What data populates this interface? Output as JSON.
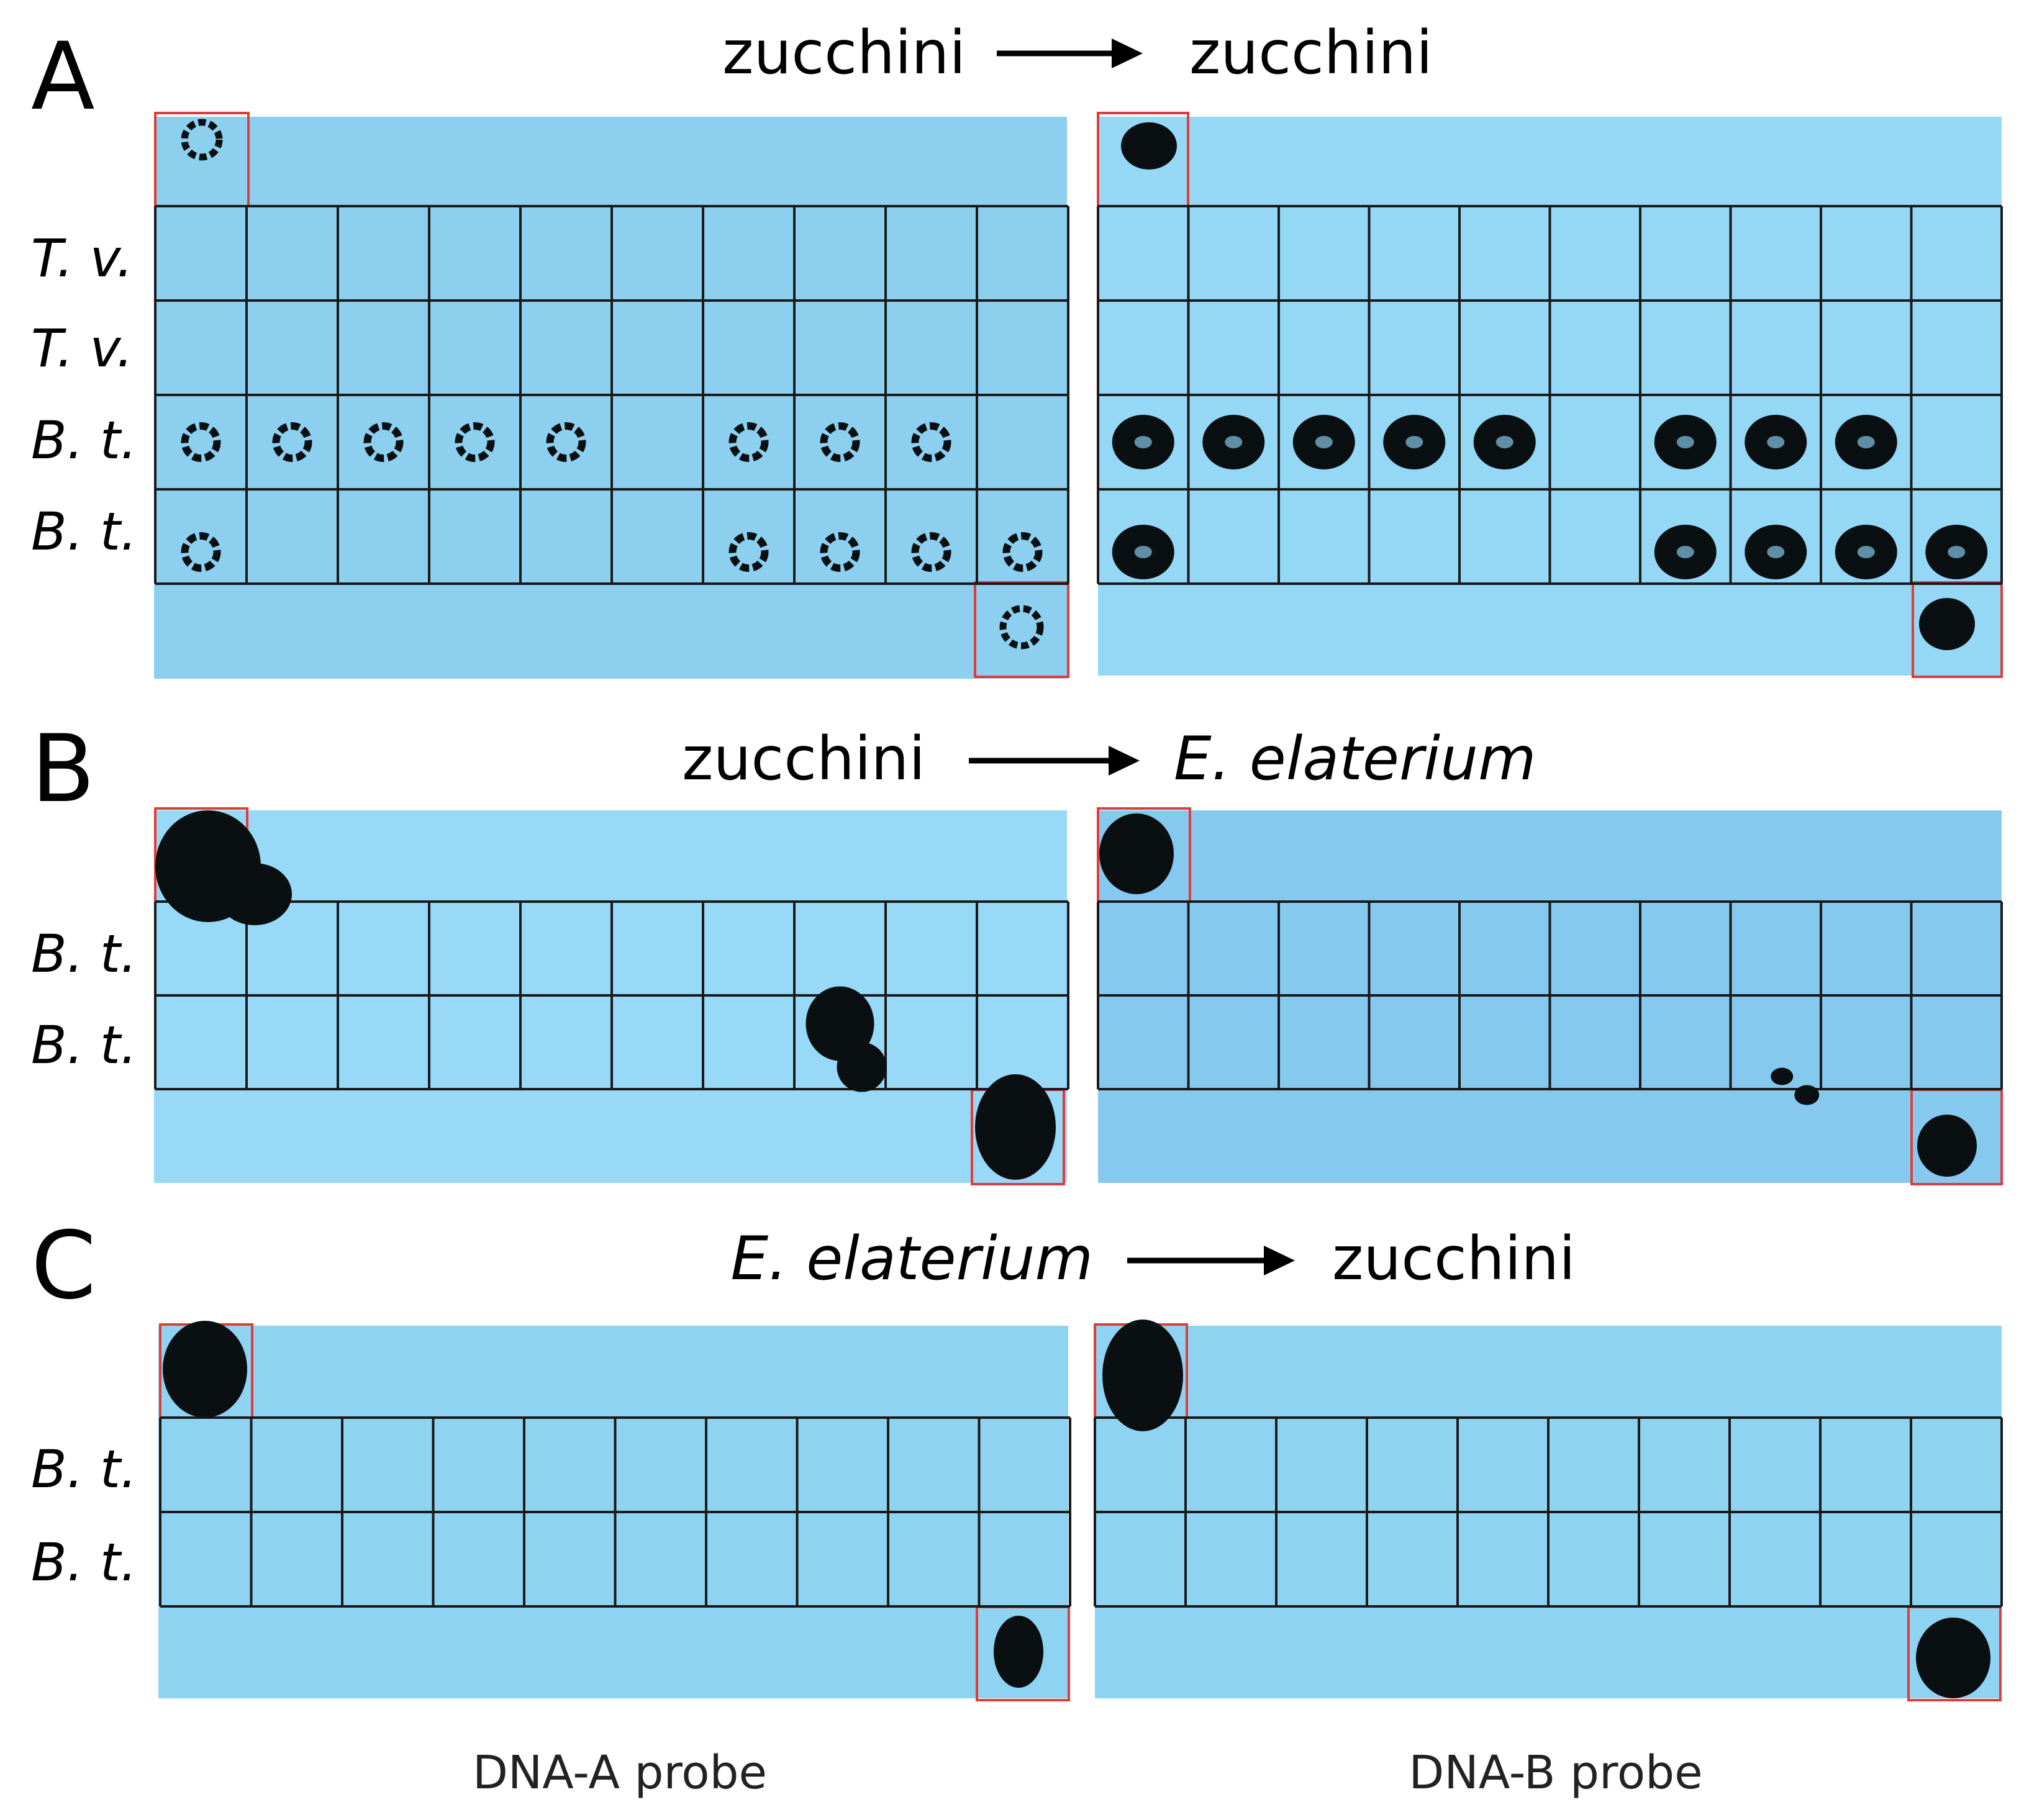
{
  "panels": [
    {
      "letter": "A",
      "source_host": "zucchini",
      "target_host": "zucchini",
      "source_italic": false,
      "target_italic": false,
      "row_labels": [
        "T. v.",
        "T. v.",
        "B. t.",
        "B. t."
      ],
      "dna_a": {
        "row_signals": [
          [
            0,
            0,
            0,
            0,
            0,
            0,
            0,
            0,
            0,
            0
          ],
          [
            0,
            0,
            0,
            0,
            0,
            0,
            0,
            0,
            0,
            0
          ],
          [
            1,
            1,
            1,
            1,
            1,
            0,
            1,
            1,
            1,
            0
          ],
          [
            1,
            0,
            0,
            0,
            0,
            0,
            1,
            1,
            1,
            1
          ]
        ]
      },
      "dna_b": {
        "row_signals": [
          [
            0,
            0,
            0,
            0,
            0,
            0,
            0,
            0,
            0,
            0
          ],
          [
            0,
            0,
            0,
            0,
            0,
            0,
            0,
            0,
            0,
            0
          ],
          [
            1,
            1,
            1,
            1,
            1,
            0,
            1,
            1,
            1,
            0
          ],
          [
            1,
            0,
            0,
            0,
            0,
            0,
            1,
            1,
            1,
            1
          ]
        ]
      }
    },
    {
      "letter": "B",
      "source_host": "zucchini",
      "target_host": "E. elaterium",
      "source_italic": false,
      "target_italic": true,
      "row_labels": [
        "B. t.",
        "B. t."
      ],
      "dna_a": {
        "row_signals": [
          [
            0,
            0,
            0,
            0,
            0,
            0,
            0,
            0,
            0,
            0
          ],
          [
            0,
            0,
            0,
            0,
            0,
            0,
            0,
            1,
            0,
            0
          ]
        ]
      },
      "dna_b": {
        "row_signals": [
          [
            0,
            0,
            0,
            0,
            0,
            0,
            0,
            0,
            0,
            0
          ],
          [
            0,
            0,
            0,
            0,
            0,
            0,
            0,
            1,
            0,
            0
          ]
        ]
      }
    },
    {
      "letter": "C",
      "source_host": "E. elaterium",
      "target_host": "zucchini",
      "source_italic": true,
      "target_italic": false,
      "row_labels": [
        "B. t.",
        "B. t."
      ],
      "dna_a": {
        "row_signals": [
          [
            0,
            0,
            0,
            0,
            0,
            0,
            0,
            0,
            0,
            0
          ],
          [
            0,
            0,
            0,
            0,
            0,
            0,
            0,
            0,
            0,
            0
          ]
        ]
      },
      "dna_b": {
        "row_signals": [
          [
            0,
            0,
            0,
            0,
            0,
            0,
            0,
            0,
            0,
            0
          ],
          [
            0,
            0,
            0,
            0,
            0,
            0,
            0,
            0,
            0,
            0
          ]
        ]
      }
    }
  ],
  "probe_labels": {
    "dna_a": "DNA-A probe",
    "dna_b": "DNA-B probe"
  },
  "colors": {
    "membrane": "#8fd3f2",
    "membrane_dark": "#86c8ea",
    "grid": "#1a1a1a",
    "control_box": "#e03c3c",
    "signal": "#0a0f12"
  }
}
